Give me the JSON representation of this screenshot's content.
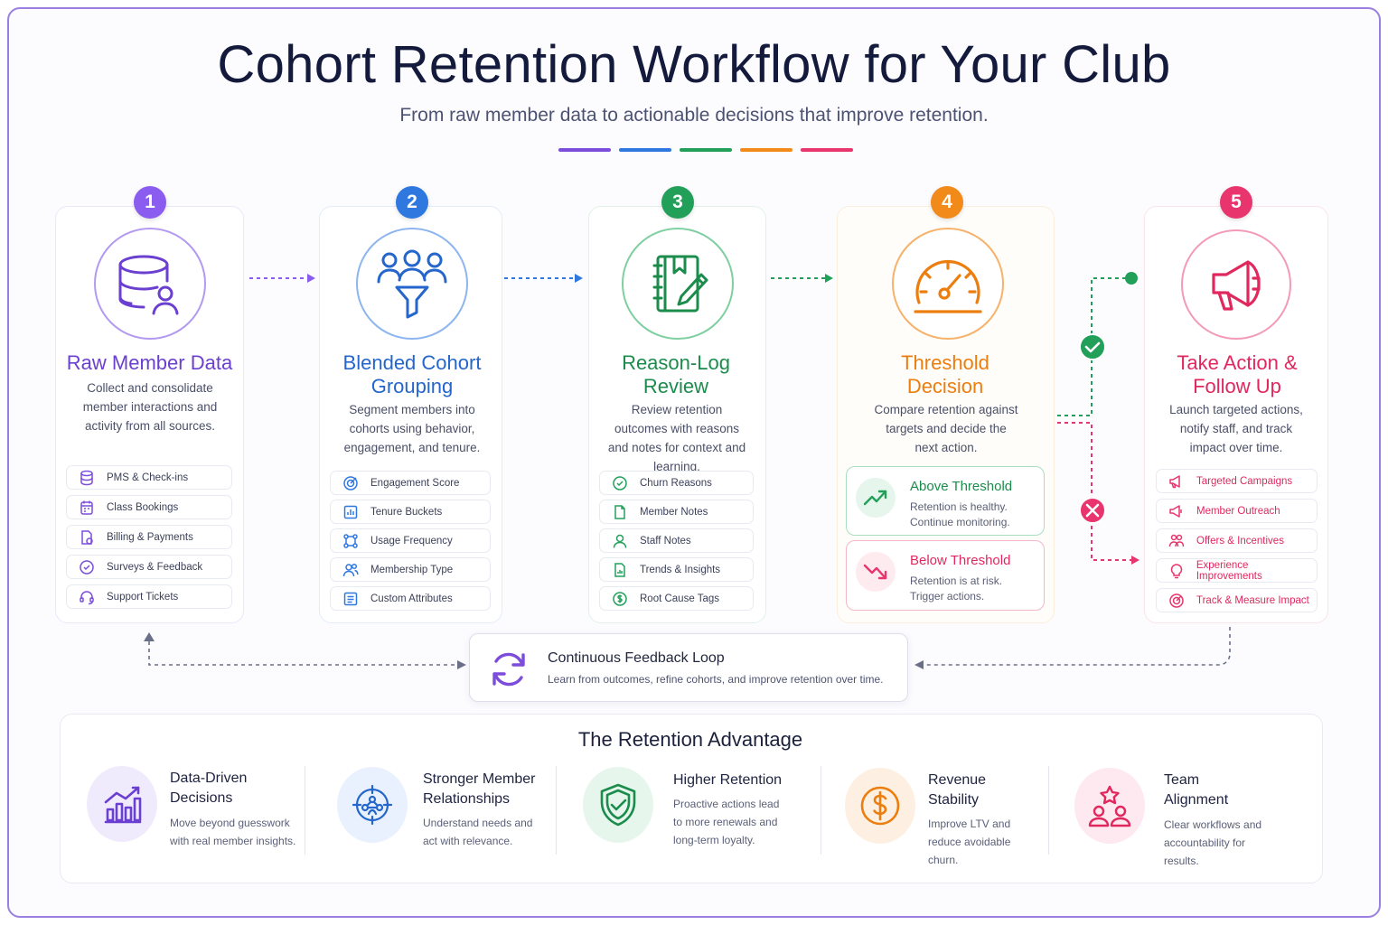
{
  "title": "Cohort Retention Workflow for Your Club",
  "subtitle": "From raw member data to actionable decisions that improve retention.",
  "colors": {
    "purple": "#7c4ddb",
    "blue": "#2f78e0",
    "green": "#22a05a",
    "orange": "#f28a1a",
    "pink": "#e8356d"
  },
  "steps": [
    {
      "number": "1",
      "title": "Raw Member Data",
      "description": "Collect and consolidate member interactions and activity from all sources.",
      "icon": "database-user-icon",
      "items": [
        {
          "label": "PMS & Check-ins",
          "icon": "database-icon"
        },
        {
          "label": "Class Bookings",
          "icon": "calendar-icon"
        },
        {
          "label": "Billing & Payments",
          "icon": "invoice-icon"
        },
        {
          "label": "Surveys & Feedback",
          "icon": "check-circle-icon"
        },
        {
          "label": "Support Tickets",
          "icon": "headset-icon"
        }
      ]
    },
    {
      "number": "2",
      "title": "Blended Cohort Grouping",
      "description": "Segment members into cohorts using behavior, engagement, and tenure.",
      "icon": "group-funnel-icon",
      "items": [
        {
          "label": "Engagement Score",
          "icon": "target-icon"
        },
        {
          "label": "Tenure Buckets",
          "icon": "chart-icon"
        },
        {
          "label": "Usage Frequency",
          "icon": "nodes-icon"
        },
        {
          "label": "Membership Type",
          "icon": "users-icon"
        },
        {
          "label": "Custom Attributes",
          "icon": "list-icon"
        }
      ]
    },
    {
      "number": "3",
      "title": "Reason-Log Review",
      "description": "Review retention outcomes with reasons and notes for context and learning.",
      "icon": "notebook-pen-icon",
      "items": [
        {
          "label": "Churn Reasons",
          "icon": "check-circle-icon"
        },
        {
          "label": "Member Notes",
          "icon": "document-icon"
        },
        {
          "label": "Staff Notes",
          "icon": "user-icon"
        },
        {
          "label": "Trends & Insights",
          "icon": "report-icon"
        },
        {
          "label": "Root Cause Tags",
          "icon": "dollar-circle-icon"
        }
      ]
    },
    {
      "number": "4",
      "title": "Threshold Decision",
      "description": "Compare retention against targets and decide the next action.",
      "icon": "gauge-icon",
      "above": {
        "title": "Above Threshold",
        "description": "Retention is healthy. Continue monitoring."
      },
      "below": {
        "title": "Below Threshold",
        "description": "Retention is at risk. Trigger actions."
      }
    },
    {
      "number": "5",
      "title": "Take Action & Follow Up",
      "description": "Launch targeted actions, notify staff, and track impact over time.",
      "icon": "megaphone-icon",
      "items": [
        {
          "label": "Targeted Campaigns",
          "icon": "megaphone-icon"
        },
        {
          "label": "Member Outreach",
          "icon": "megaphone-icon"
        },
        {
          "label": "Offers & Incentives",
          "icon": "users-icon"
        },
        {
          "label": "Experience Improvements",
          "icon": "bulb-icon"
        },
        {
          "label": "Track & Measure Impact",
          "icon": "target-icon"
        }
      ]
    }
  ],
  "loop": {
    "title": "Continuous Feedback Loop",
    "description": "Learn from outcomes, refine cohorts, and improve retention over time."
  },
  "advantage": {
    "title": "The Retention Advantage",
    "benefits": [
      {
        "title": "Data-Driven Decisions",
        "description": "Move beyond guesswork with real member insights.",
        "icon": "bar-chart-icon"
      },
      {
        "title": "Stronger Member Relationships",
        "description": "Understand needs and act with relevance.",
        "icon": "network-target-icon"
      },
      {
        "title": "Higher Retention",
        "description": "Proactive actions lead to more renewals and long-term loyalty.",
        "icon": "shield-check-icon"
      },
      {
        "title": "Revenue Stability",
        "description": "Improve LTV and reduce avoidable churn.",
        "icon": "dollar-icon"
      },
      {
        "title": "Team Alignment",
        "description": "Clear workflows and accountability for results.",
        "icon": "team-icon"
      }
    ]
  }
}
